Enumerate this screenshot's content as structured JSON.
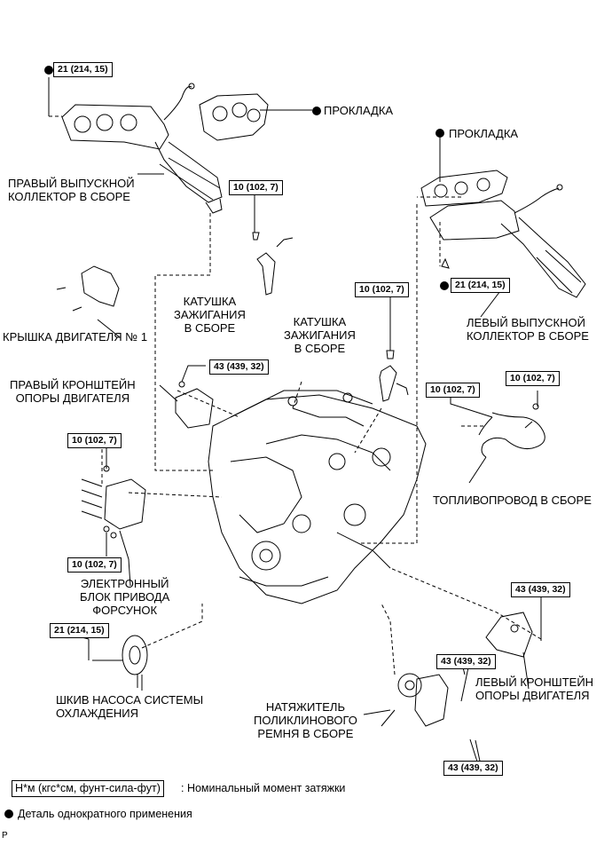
{
  "labels": {
    "gasket_right": "ПРОКЛАДКА",
    "gasket_left": "ПРОКЛАДКА",
    "right_exhaust_manifold": "ПРАВЫЙ ВЫПУСКНОЙ\nКОЛЛЕКТОР В СБОРЕ",
    "left_exhaust_manifold": "ЛЕВЫЙ ВЫПУСКНОЙ\nКОЛЛЕКТОР В СБОРЕ",
    "ignition_coil_1": "КАТУШКА\nЗАЖИГАНИЯ\nВ СБОРЕ",
    "ignition_coil_2": "КАТУШКА\nЗАЖИГАНИЯ\nВ СБОРЕ",
    "engine_cover": "КРЫШКА ДВИГАТЕЛЯ № 1",
    "right_mount_bracket": "ПРАВЫЙ КРОНШТЕЙН\nОПОРЫ ДВИГАТЕЛЯ",
    "fuel_line": "ТОПЛИВОПРОВОД В СБОРЕ",
    "injector_driver": "ЭЛЕКТРОННЫЙ\nБЛОК ПРИВОДА\nФОРСУНОК",
    "left_mount_bracket": "ЛЕВЫЙ КРОНШТЕЙН\nОПОРЫ ДВИГАТЕЛЯ",
    "water_pump_pulley": "ШКИВ НАСОСА СИСТЕМЫ\nОХЛАЖДЕНИЯ",
    "belt_tensioner": "НАТЯЖИТЕЛЬ\nПОЛИКЛИНОВОГО\nРЕМНЯ В СБОРЕ"
  },
  "torques": {
    "t_21_top": "21 (214, 15)",
    "t_10_coil1": "10 (102, 7)",
    "t_21_left_manifold": "21 (214, 15)",
    "t_10_coil2": "10 (102, 7)",
    "t_43_right_bracket": "43 (439, 32)",
    "t_10_fuel_a": "10 (102, 7)",
    "t_10_fuel_b": "10 (102, 7)",
    "t_10_edu_top": "10 (102, 7)",
    "t_10_edu_bottom": "10 (102, 7)",
    "t_43_left_bracket": "43 (439, 32)",
    "t_21_pulley": "21 (214, 15)",
    "t_43_tensioner_a": "43 (439, 32)",
    "t_43_tensioner_b": "43 (439, 32)"
  },
  "legend": {
    "unit_box": "Н*м (кгс*см, фунт-сила-фут)",
    "unit_text": ": Номинальный момент затяжки",
    "single_use": "Деталь однократного применения"
  },
  "figure_code": "P"
}
